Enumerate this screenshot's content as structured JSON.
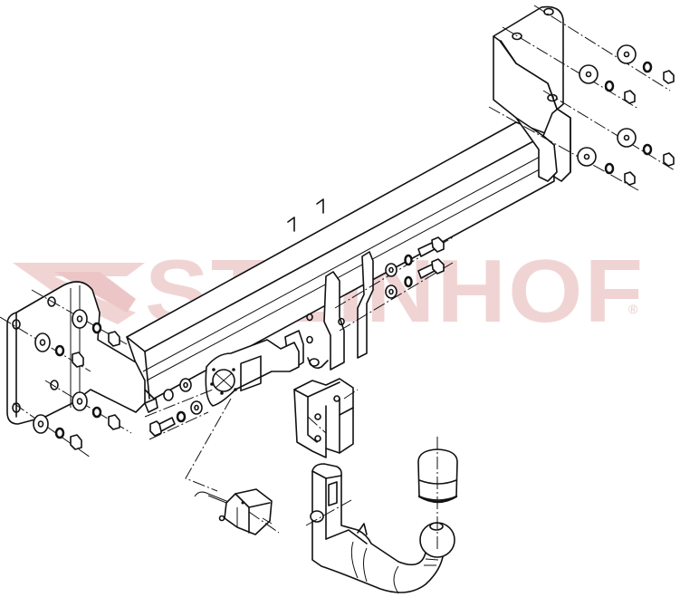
{
  "diagram": {
    "type": "exploded-assembly-drawing",
    "subject": "detachable tow bar (towing hitch) kit",
    "watermark": {
      "brand": "STEINHOF",
      "registered_mark": "®",
      "color": "#f0d4d4"
    },
    "line_color": "#111111",
    "background": "#ffffff",
    "components": [
      {
        "id": "crossbeam",
        "label": "main crossbeam"
      },
      {
        "id": "right-bracket",
        "label": "right mounting bracket"
      },
      {
        "id": "left-bracket",
        "label": "left mounting bracket"
      },
      {
        "id": "center-brackets",
        "label": "center support brackets"
      },
      {
        "id": "socket-plate",
        "label": "electrical socket plate"
      },
      {
        "id": "ball-receiver",
        "label": "ball mount receiver"
      },
      {
        "id": "tow-ball-neck",
        "label": "detachable tow ball neck"
      },
      {
        "id": "ball-cap",
        "label": "tow ball cap"
      },
      {
        "id": "electrical-socket",
        "label": "electrical socket"
      },
      {
        "id": "fasteners",
        "label": "bolts, washers, spring washers, nuts"
      }
    ]
  }
}
